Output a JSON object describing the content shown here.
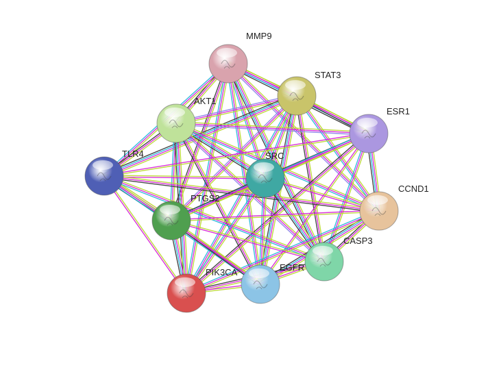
{
  "network": {
    "nodes": [
      {
        "id": "MMP9",
        "label": "MMP9",
        "color": "#d9a3ad"
      },
      {
        "id": "STAT3",
        "label": "STAT3",
        "color": "#c9c46a"
      },
      {
        "id": "AKT1",
        "label": "AKT1",
        "color": "#bfe29a"
      },
      {
        "id": "ESR1",
        "label": "ESR1",
        "color": "#ab97e0"
      },
      {
        "id": "TLR4",
        "label": "TLR4",
        "color": "#4f5fb5"
      },
      {
        "id": "SRC",
        "label": "SRC",
        "color": "#3fa8a3"
      },
      {
        "id": "CCND1",
        "label": "CCND1",
        "color": "#e7c39c"
      },
      {
        "id": "PTGS2",
        "label": "PTGS2",
        "color": "#4f9f4f"
      },
      {
        "id": "CASP3",
        "label": "CASP3",
        "color": "#7fd6a8"
      },
      {
        "id": "EGFR",
        "label": "EGFR",
        "color": "#8cc4e6"
      },
      {
        "id": "PIK3CA",
        "label": "PIK3CA",
        "color": "#d9504f"
      }
    ],
    "edge_colors": {
      "textmining": "#b8d62a",
      "experiments": "#d61ed6",
      "databases": "#22b5d9",
      "coexpression": "#333333",
      "homology": "#8a7fe8"
    }
  }
}
